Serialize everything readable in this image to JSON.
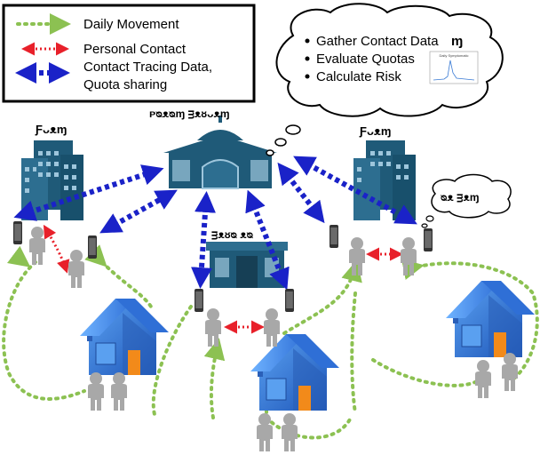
{
  "legend": {
    "items": [
      {
        "label": "Daily Movement",
        "color": "#8cc152",
        "style": "dotted-arrow"
      },
      {
        "label": "Personal Contact",
        "color": "#e8202a",
        "style": "dotted-double-arrow"
      },
      {
        "label": "Contact Tracing Data,",
        "label2": "Quota sharing",
        "color": "#1a22c8",
        "style": "dashed-double-arrow"
      }
    ]
  },
  "cloud": {
    "items": [
      "Gather Contact Data",
      "Evaluate Quotas",
      "Calculate Risk"
    ],
    "glyph": "ɱ",
    "mini_chart_title": "Daily Symptomatic"
  },
  "labels": {
    "left_building": "Ƒᴗᴥɱ",
    "central": "ᴩᴓᴥᴓɱ ᴟᴥᴕᴗᴥɱ",
    "right_building": "Ƒᴗᴥɱ",
    "small_building": "ᴟᴥᴕᴓ ᴥᴓ",
    "small_cloud": "ᴓᴥ ᴟᴥɱ"
  },
  "colors": {
    "building": "#1f5a78",
    "building_light": "#4a86a8",
    "house_wall": "#3a78d0",
    "house_roof": "#4a90e8",
    "house_door": "#f28a1a",
    "person": "#a8a8a8",
    "phone": "#333333"
  }
}
